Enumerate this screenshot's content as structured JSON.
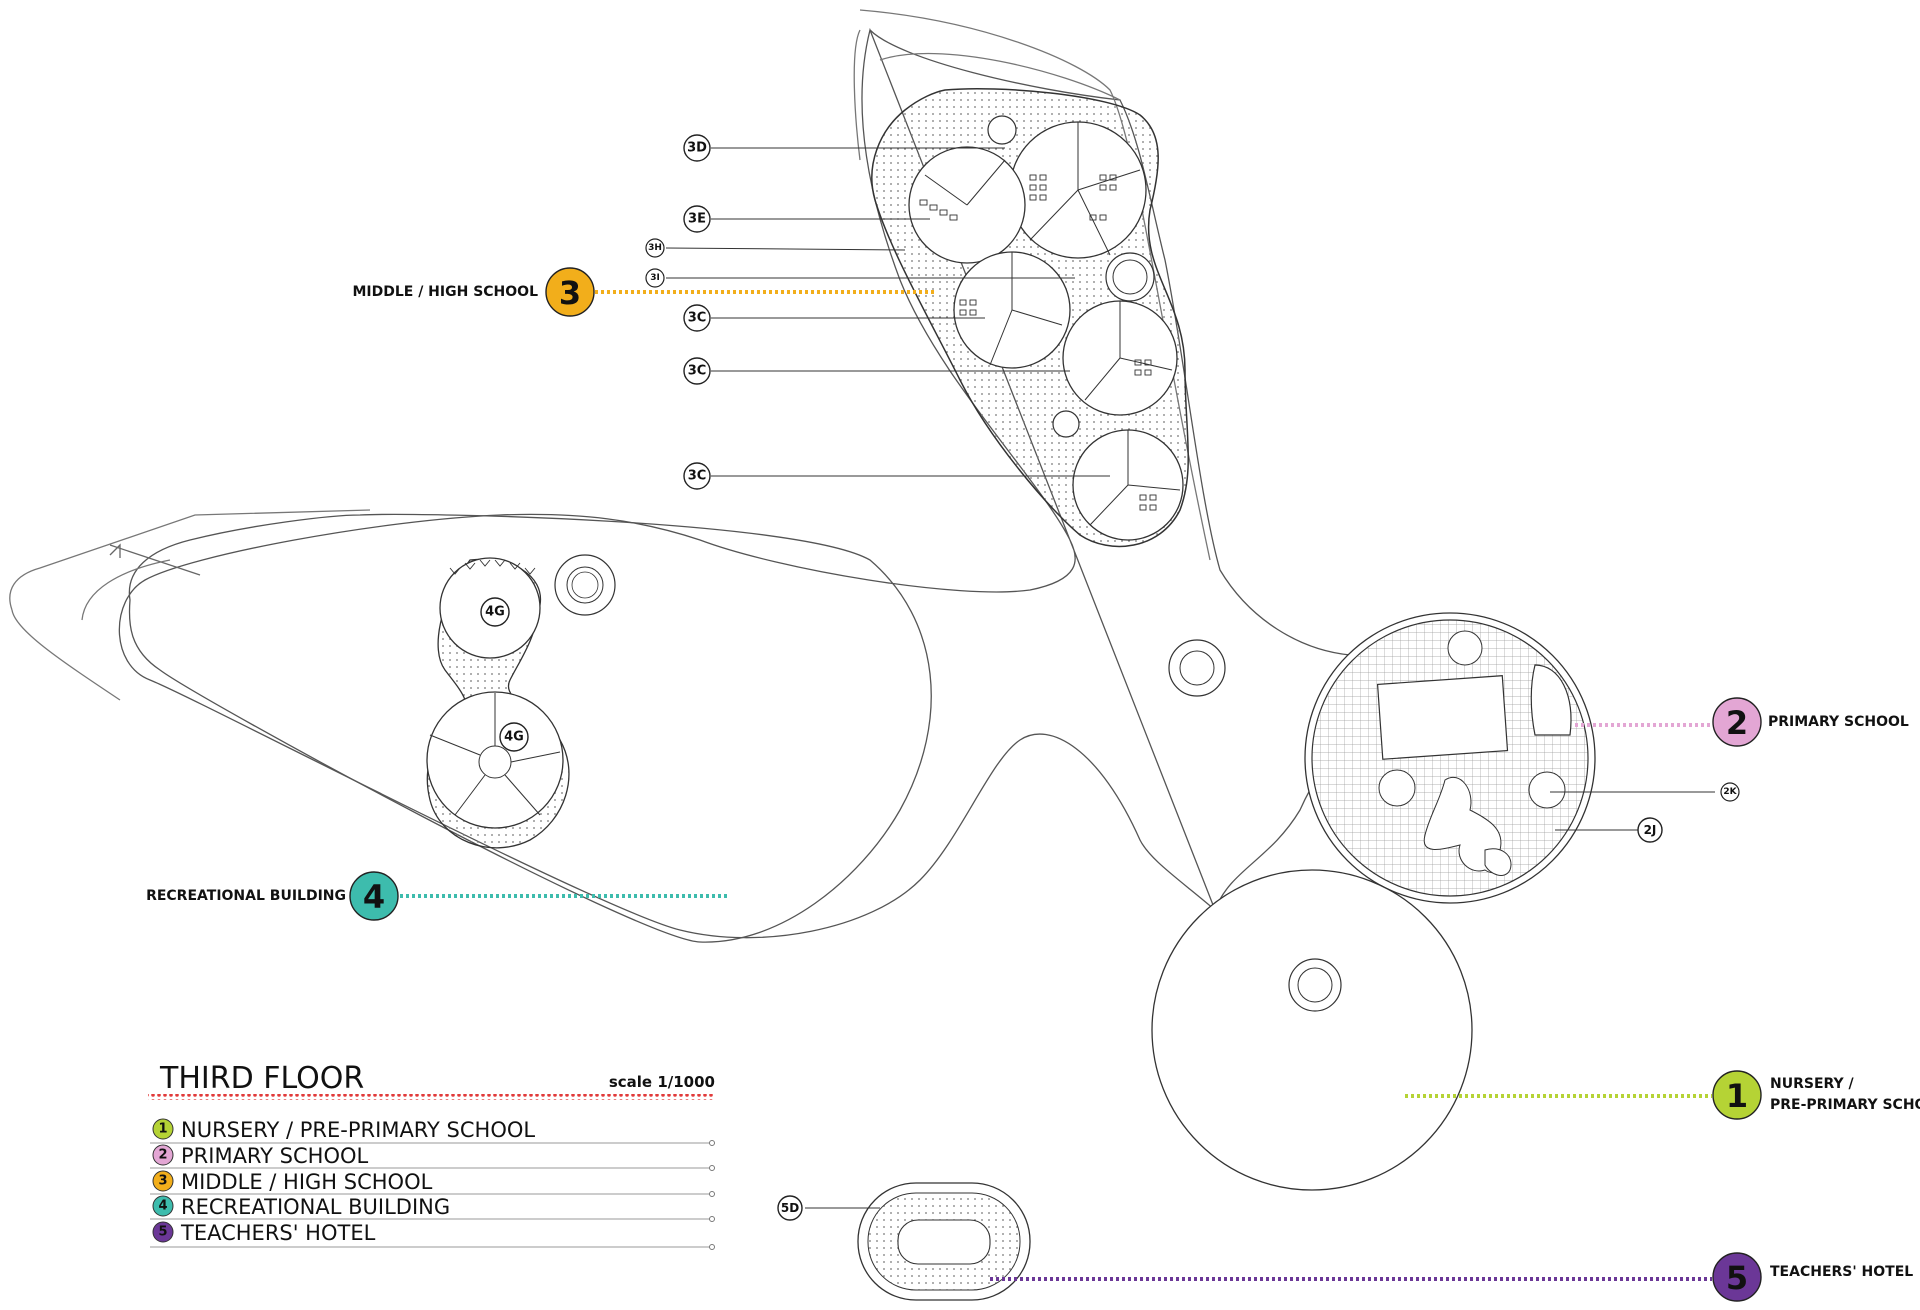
{
  "title": "THIRD FLOOR",
  "scale": "scale 1/1000",
  "colors": {
    "nursery": "#b5d335",
    "primary": "#e3a6d4",
    "middle": "#f2ae1b",
    "recreational": "#3dbcad",
    "hotel": "#6b3797",
    "title_rule": "#e13b3b"
  },
  "legend": [
    {
      "num": "1",
      "label": "NURSERY / PRE-PRIMARY SCHOOL"
    },
    {
      "num": "2",
      "label": "PRIMARY SCHOOL"
    },
    {
      "num": "3",
      "label": "MIDDLE / HIGH SCHOOL"
    },
    {
      "num": "4",
      "label": "RECREATIONAL BUILDING"
    },
    {
      "num": "5",
      "label": "TEACHERS' HOTEL"
    }
  ],
  "callouts": {
    "middle": {
      "num": "3",
      "label": "MIDDLE / HIGH SCHOOL"
    },
    "recreational": {
      "num": "4",
      "label": "RECREATIONAL BUILDING"
    },
    "primary": {
      "num": "2",
      "label": "PRIMARY SCHOOL"
    },
    "nursery": {
      "num": "1",
      "label_line1": "NURSERY /",
      "label_line2": "PRE-PRIMARY SCHOOL"
    },
    "hotel": {
      "num": "5",
      "label": "TEACHERS' HOTEL"
    }
  },
  "room_tags": {
    "t3d": "3D",
    "t3e": "3E",
    "t3h": "3H",
    "t3i": "3I",
    "t3c_a": "3C",
    "t3c_b": "3C",
    "t3c_c": "3C",
    "t4g_a": "4G",
    "t4g_b": "4G",
    "t2k": "2K",
    "t2j": "2J",
    "t5d": "5D"
  }
}
